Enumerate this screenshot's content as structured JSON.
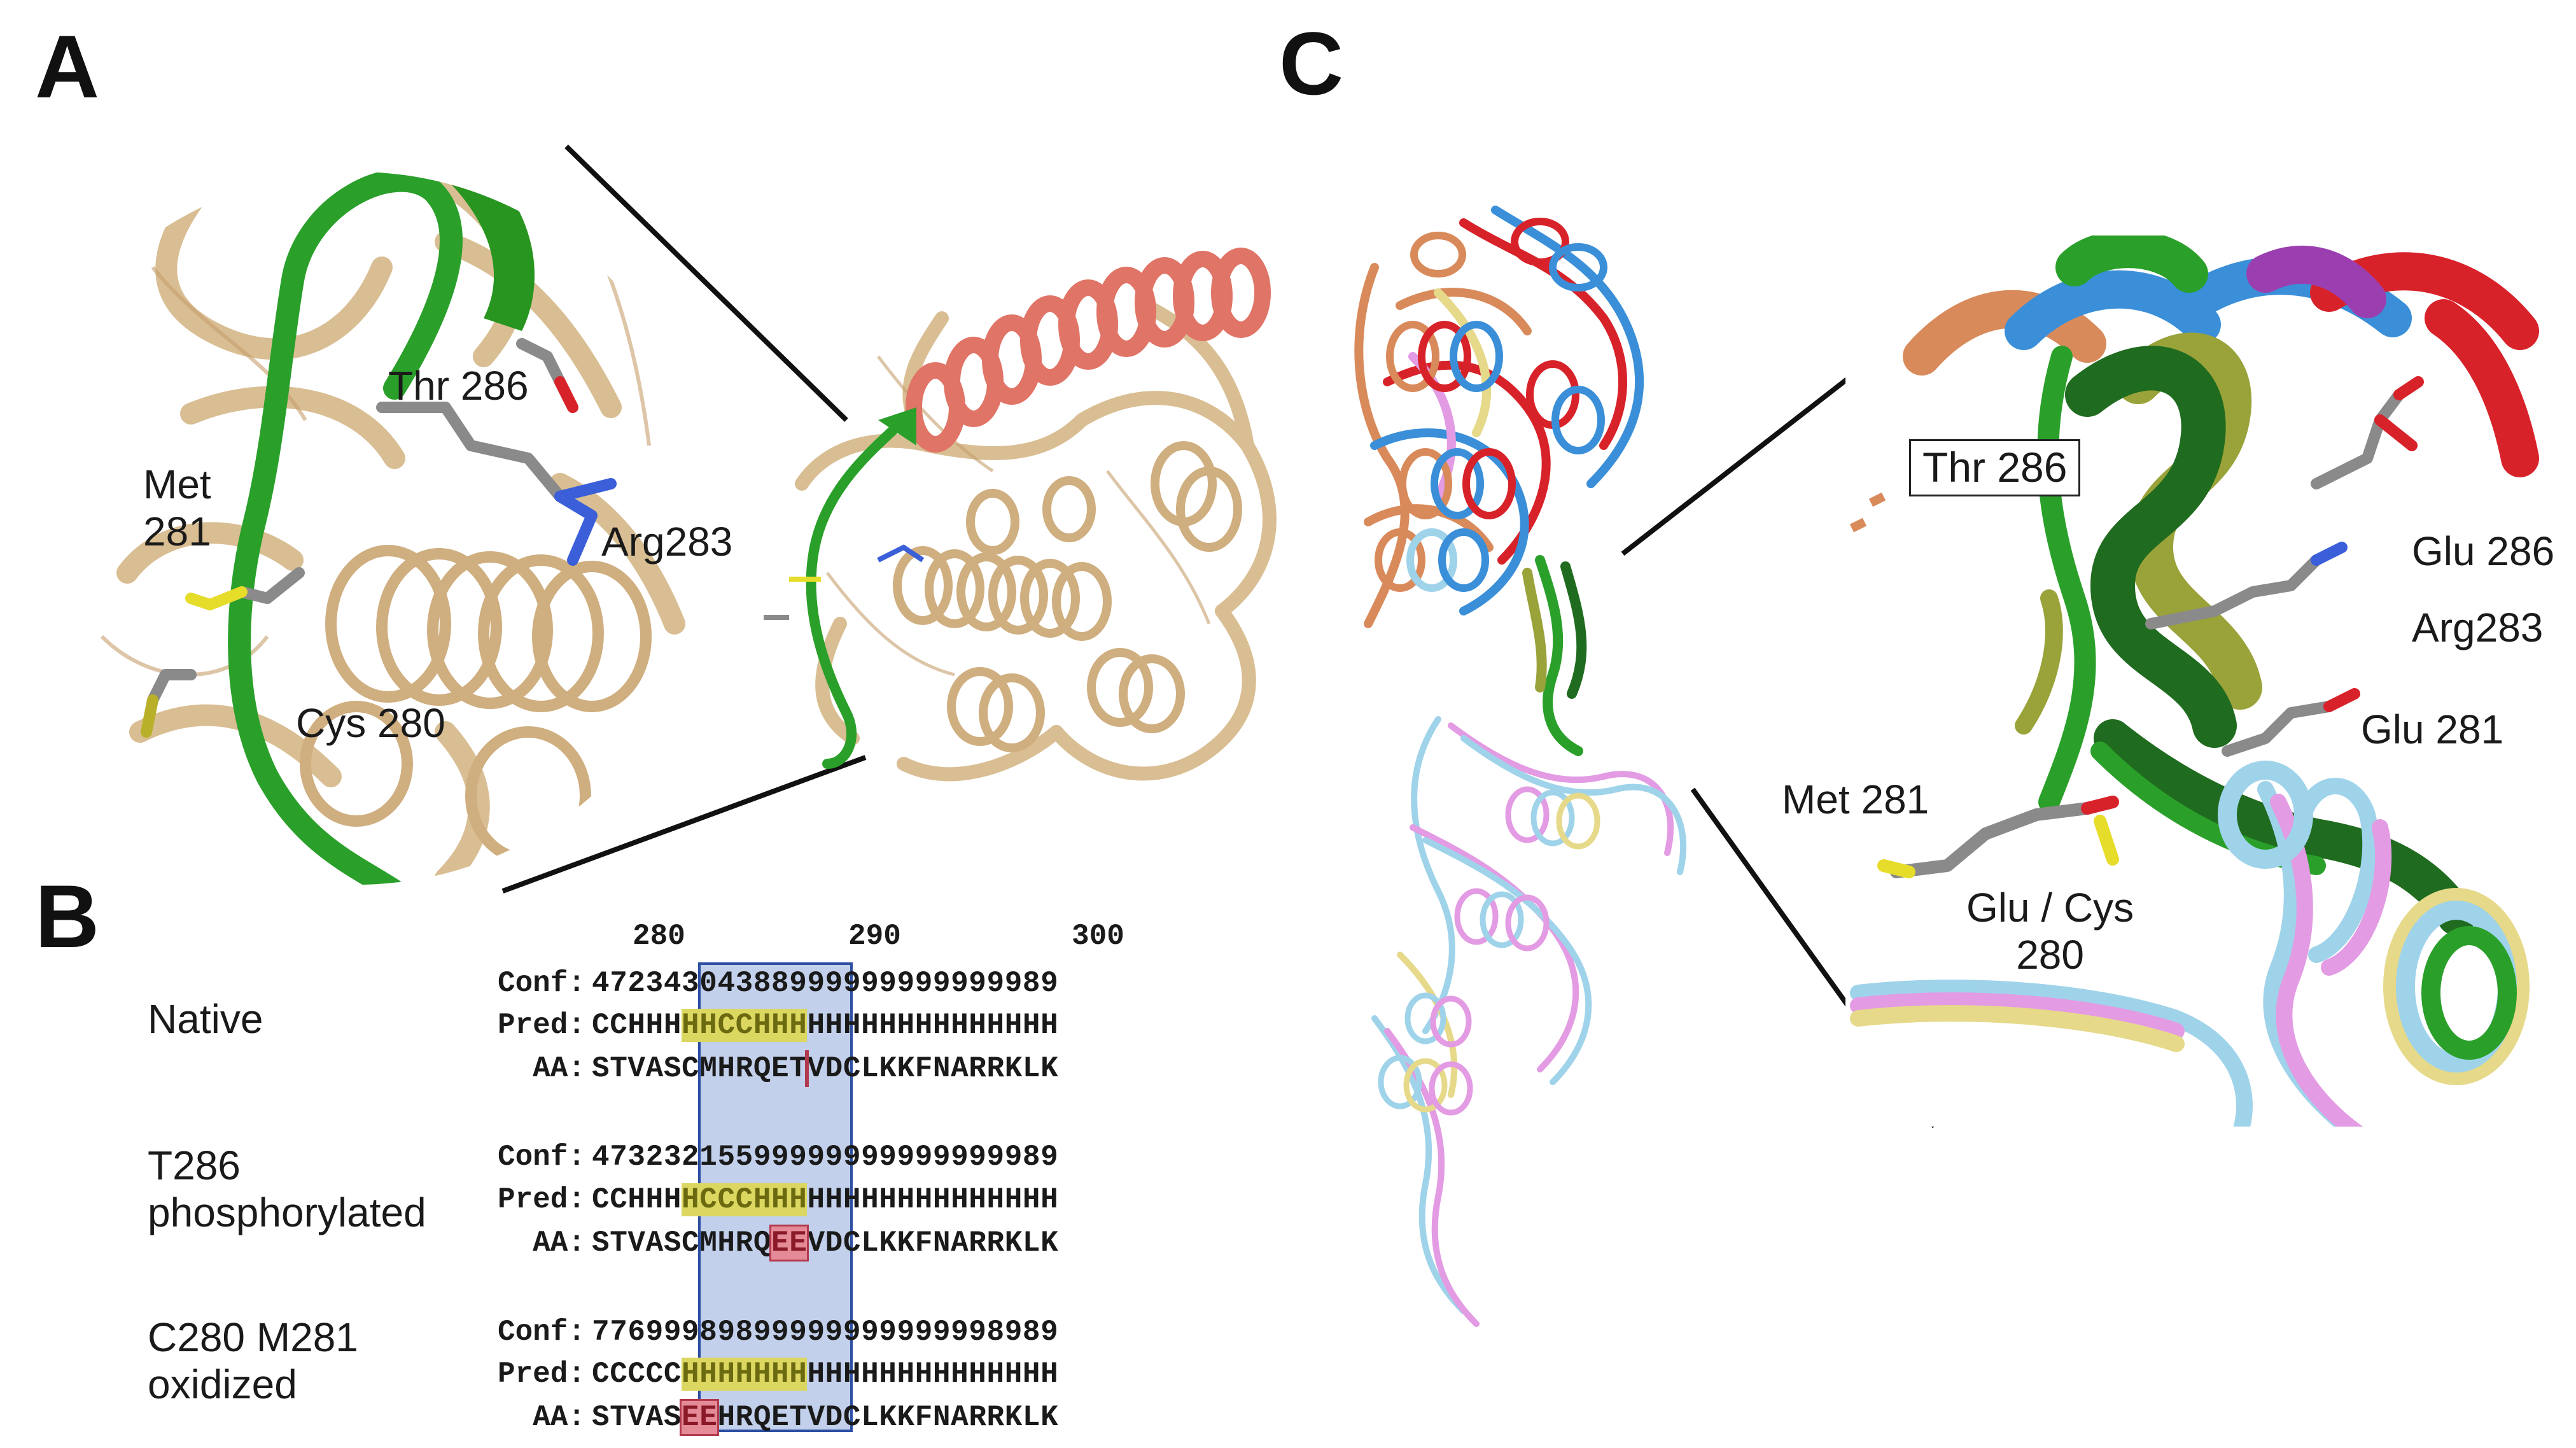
{
  "panels": {
    "a": "A",
    "b": "B",
    "c": "C"
  },
  "panel_a": {
    "labels": {
      "thr286": "Thr 286",
      "met281_line1": "Met",
      "met281_line2": "281",
      "arg283": "Arg283",
      "cys280": "Cys 280"
    }
  },
  "panel_b": {
    "ticks": [
      "280",
      "290",
      "300"
    ],
    "row_labels": {
      "conf": "Conf:",
      "pred": "Pred:",
      "aa": "AA:"
    },
    "groups": [
      {
        "name_line1": "Native",
        "name_line2": "",
        "conf": {
          "pre": "47234",
          "hl": "3043889",
          "post": "99999999999989"
        },
        "pred": {
          "pre": "CCHHH",
          "hl": "HHCCHHH",
          "post": "HHHHHHHHHHHHHH"
        },
        "aa": {
          "pre": "STVASCMHRQET",
          "red": "",
          "post": "VDCLKKFNARRKLK"
        }
      },
      {
        "name_line1": "T286",
        "name_line2": "phosphorylated",
        "conf": {
          "pre": "47323",
          "hl": "2155999",
          "post": "99999999999989"
        },
        "pred": {
          "pre": "CCHHH",
          "hl": "HCCCHHH",
          "post": "HHHHHHHHHHHHHH"
        },
        "aa": {
          "pre": "STVASCMHRQ",
          "red": "EE",
          "post": "VDCLKKFNARRKLK"
        }
      },
      {
        "name_line1": "C280 M281",
        "name_line2": "oxidized",
        "conf": {
          "pre": "77699",
          "hl": "9898999",
          "post": "99999999998989"
        },
        "pred": {
          "pre": "CCCCC",
          "hl": "HHHHHHH",
          "post": "HHHHHHHHHHHHHH"
        },
        "aa": {
          "pre": "STVAS",
          "red": "EE",
          "post": "HRQETVDCLKKFNARRKLK"
        }
      }
    ]
  },
  "panel_c": {
    "labels": {
      "thr286": "Thr 286",
      "glu286": "Glu 286",
      "arg283": "Arg283",
      "glu281": "Glu 281",
      "met281": "Met 281",
      "glucys_line1": "Glu / Cys",
      "glucys_line2": "280"
    }
  },
  "colors": {
    "tan": "#d9be93",
    "green": "#2aa02a",
    "salmon": "#e07466",
    "red": "#d8222a",
    "blue": "#3a8fd8",
    "lightblue": "#9fd3ea",
    "pink": "#e39be3",
    "yellow": "#e6d98a",
    "orange": "#d98a5a",
    "darkgreen": "#1f6b1f",
    "olive": "#9aa23a",
    "highlight_blue": "#7896d2"
  }
}
